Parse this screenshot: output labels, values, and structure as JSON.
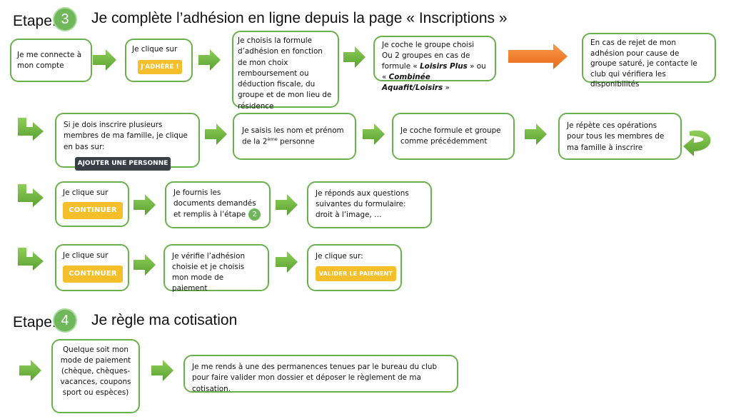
{
  "step3": {
    "label": "Etape:",
    "number": "3",
    "title": "Je complète l’adhésion en ligne depuis la page « Inscriptions »"
  },
  "row1": {
    "box1": "Je me connecte à mon compte",
    "box2": "Je clique sur",
    "box2_button": "J'ADHÈRE !",
    "box3": "Je choisis la formule d’adhésion en fonction de mon choix remboursement ou déduction fiscale, du groupe et de mon lieu de résidence",
    "box4_line1": "Je coche le groupe choisi",
    "box4_line2": "Ou 2 groupes en cas de formule « ",
    "box4_em1": "Loisirs Plus",
    "box4_line3": " » ou",
    "box4_line4a": "« ",
    "box4_em2": "Combinée Aquafit/Loisirs",
    "box4_line4b": " »",
    "box5": "En cas de rejet de mon adhésion pour cause de groupe saturé, je contacte le club qui vérifiera les disponibilités"
  },
  "row2": {
    "box1": "Si je dois inscrire plusieurs membres de ma famille, je clique en bas sur:",
    "box1_button": "AJOUTER UNE PERSONNE",
    "box2_a": "Je saisis les nom et prénom de la 2",
    "box2_sup": "ème",
    "box2_b": " personne",
    "box3": "Je coche formule et groupe comme précédemment",
    "box4": "Je répète ces opérations pour tous les membres de ma famille à inscrire"
  },
  "row3": {
    "box1": "Je clique sur",
    "box1_button": "CONTINUER",
    "box2_a": "Je fournis les documents demandés et remplis à l’étape",
    "box2_step": "2",
    "box3": "Je réponds aux questions suivantes du formulaire: droit à l’image, …"
  },
  "row4": {
    "box1": "Je clique sur",
    "box1_button": "CONTINUER",
    "box2": "Je vérifie l’adhésion choisie et je choisis mon mode de paiement",
    "box3": "Je clique sur:",
    "box3_button": "VALIDER LE PAIEMENT"
  },
  "step4": {
    "label": "Etape:",
    "number": "4",
    "title": "Je règle ma cotisation"
  },
  "row5": {
    "box1": "Quelque soit mon mode de paiement (chèque, chèques-vacances, coupons sport ou espèces)",
    "box2": "Je me rends à une des permanences tenues par le bureau du club pour faire valider mon dossier et déposer le règlement de ma cotisation."
  },
  "colors": {
    "green": "#6ab04c",
    "arrow_green": "#6fb040",
    "arrow_orange": "#f07a2a",
    "button_yellow": "#f5bf2c",
    "button_dark": "#3a3f45"
  },
  "icons": [
    "right-arrow-icon",
    "bent-arrow-icon",
    "loop-back-arrow-icon"
  ]
}
